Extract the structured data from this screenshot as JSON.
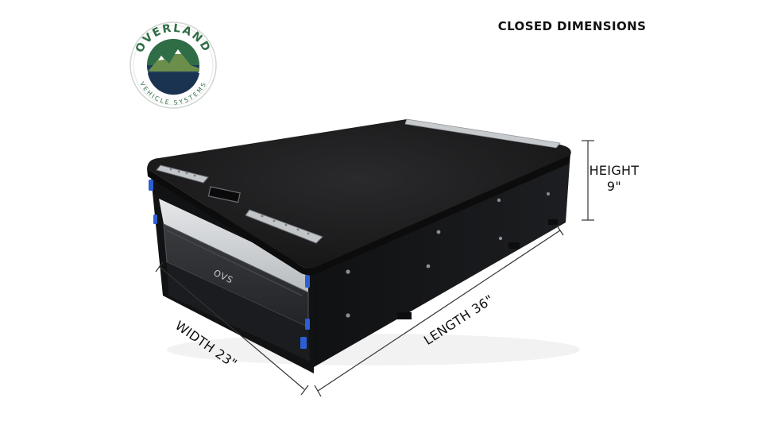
{
  "logo": {
    "name": "OVERLAND",
    "subtitle": "VEHICLE SYSTEMS",
    "colors": {
      "ring": "#2f6d46",
      "inner": "#1e3b5a",
      "mountain": "#6b8f4a"
    }
  },
  "heading": "CLOSED DIMENSIONS",
  "dimensions": {
    "height_title": "HEIGHT",
    "height_value": "9\"",
    "width": "WIDTH 23\"",
    "length": "LENGTH 36\""
  },
  "product": {
    "brand_mark": "OVS",
    "colors": {
      "carpet": "#1c1c1e",
      "metal": "#16171a",
      "slide": "#c9cccf",
      "latch": "#2c5fd4"
    }
  }
}
